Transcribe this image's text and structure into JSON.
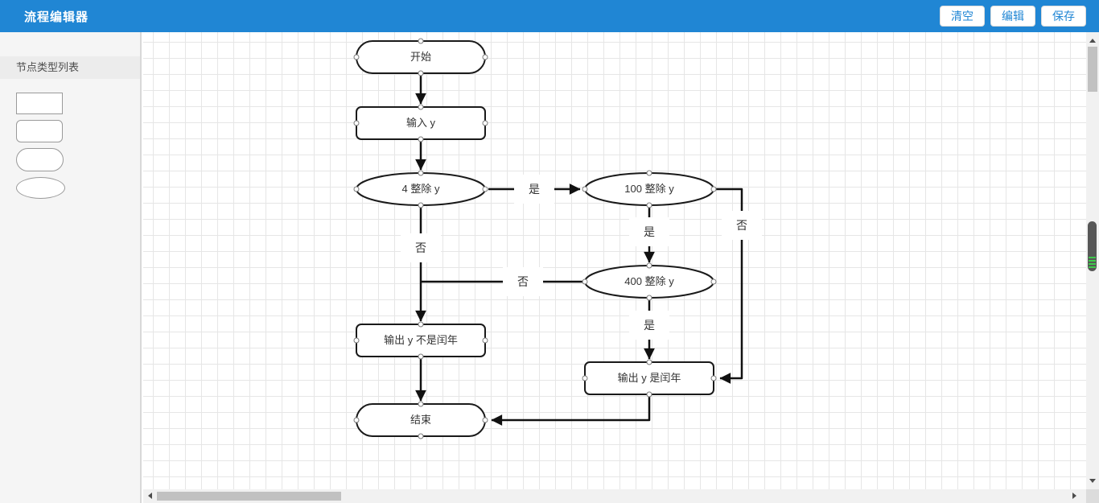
{
  "app": {
    "title": "流程编辑器"
  },
  "toolbar": {
    "clear_label": "清空",
    "edit_label": "编辑",
    "save_label": "保存"
  },
  "sidebar": {
    "title": "节点类型列表",
    "node_types": [
      {
        "name": "rectangle"
      },
      {
        "name": "rounded-rectangle"
      },
      {
        "name": "stadium"
      },
      {
        "name": "ellipse"
      }
    ]
  },
  "flowchart": {
    "nodes": [
      {
        "id": "start",
        "label": "开始",
        "shape": "stadium"
      },
      {
        "id": "input-y",
        "label": "输入 y",
        "shape": "rounded-rect"
      },
      {
        "id": "check-div-4",
        "label": "4 整除 y",
        "shape": "ellipse"
      },
      {
        "id": "check-div-100",
        "label": "100 整除 y",
        "shape": "ellipse"
      },
      {
        "id": "check-div-400",
        "label": "400 整除 y",
        "shape": "ellipse"
      },
      {
        "id": "output-not-leap",
        "label": "输出 y 不是闰年",
        "shape": "rounded-rect"
      },
      {
        "id": "output-leap",
        "label": "输出 y 是闰年",
        "shape": "rounded-rect"
      },
      {
        "id": "end",
        "label": "结束",
        "shape": "stadium"
      }
    ],
    "edges": [
      {
        "from": "start",
        "to": "input-y",
        "label": ""
      },
      {
        "from": "input-y",
        "to": "check-div-4",
        "label": ""
      },
      {
        "from": "check-div-4",
        "to": "check-div-100",
        "label": "是"
      },
      {
        "from": "check-div-4",
        "to": "output-not-leap",
        "label": "否"
      },
      {
        "from": "check-div-100",
        "to": "check-div-400",
        "label": "是"
      },
      {
        "from": "check-div-100",
        "to": "output-leap",
        "label": "否"
      },
      {
        "from": "check-div-400",
        "to": "output-not-leap",
        "label": "否"
      },
      {
        "from": "check-div-400",
        "to": "output-leap",
        "label": "是"
      },
      {
        "from": "output-leap",
        "to": "end",
        "label": ""
      },
      {
        "from": "output-not-leap",
        "to": "end",
        "label": ""
      }
    ]
  },
  "icons": {
    "vscroll_up": "triangle-up-icon",
    "vscroll_down": "triangle-down-icon",
    "hscroll_left": "triangle-left-icon",
    "hscroll_right": "triangle-right-icon"
  },
  "colors": {
    "header_bg": "#2086d4",
    "button_text": "#2086d4",
    "sidebar_bg": "#f5f5f5",
    "sidebar_band_bg": "#ececec",
    "grid_line": "#e6e6e6",
    "node_stroke": "#1a1a1a",
    "edge_stroke": "#111111",
    "scroll_track": "#f1f1f1",
    "scroll_thumb": "#c1c1c1",
    "scroll_pill": "#575757",
    "scroll_pill_stripes": "#3ec94b"
  }
}
